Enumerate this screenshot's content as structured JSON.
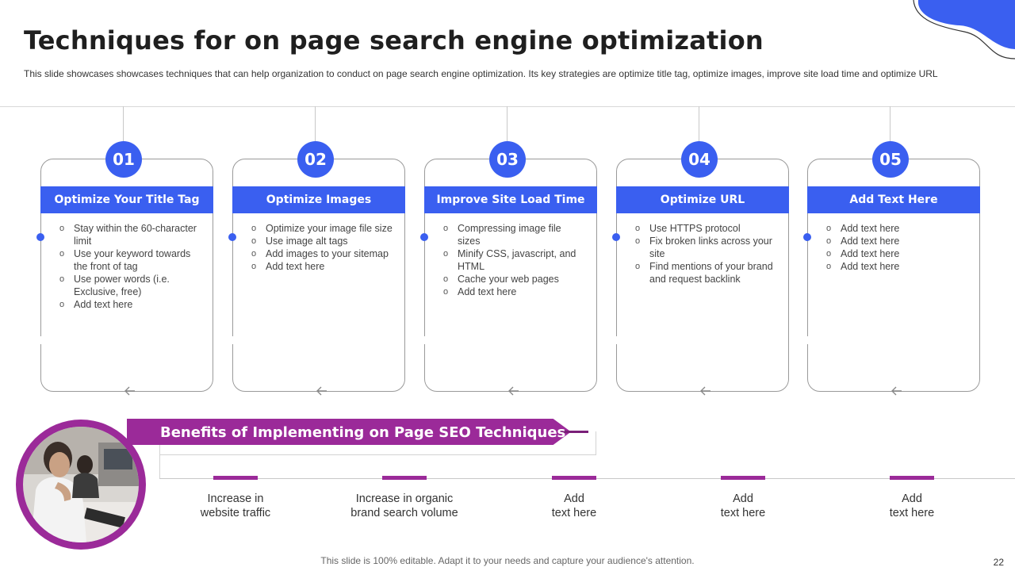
{
  "title": "Techniques for on page search engine optimization",
  "subtitle": "This slide showcases showcases techniques that can help organization to conduct on page search engine optimization. Its key strategies are optimize title tag, optimize images, improve site load time and optimize URL",
  "colors": {
    "accent_blue": "#3a5ff0",
    "accent_purple": "#9b2a99"
  },
  "techniques": [
    {
      "number": "01",
      "heading": "Optimize Your Title Tag",
      "bullets": [
        "Stay within the 60-character limit",
        "Use your keyword towards the front of tag",
        "Use power words (i.e. Exclusive, free)",
        "Add text here"
      ]
    },
    {
      "number": "02",
      "heading": "Optimize Images",
      "bullets": [
        "Optimize your image file size",
        "Use image alt tags",
        "Add images to your sitemap",
        "Add text here"
      ]
    },
    {
      "number": "03",
      "heading": "Improve Site Load Time",
      "bullets": [
        "Compressing image file sizes",
        "Minify CSS, javascript, and HTML",
        "Cache your web pages",
        "Add text here"
      ]
    },
    {
      "number": "04",
      "heading": "Optimize URL",
      "bullets": [
        "Use HTTPS protocol",
        "Fix broken links across your site",
        "Find mentions of your brand and request backlink"
      ]
    },
    {
      "number": "05",
      "heading": "Add Text Here",
      "bullets": [
        "Add text here",
        "Add text here",
        "Add text here",
        "Add text here"
      ]
    }
  ],
  "benefits": {
    "title": "Benefits of Implementing on Page SEO Techniques",
    "items": [
      {
        "line1": "Increase in",
        "line2": "website traffic"
      },
      {
        "line1": "Increase in organic",
        "line2": "brand search volume"
      },
      {
        "line1": "Add",
        "line2": "text here"
      },
      {
        "line1": "Add",
        "line2": "text here"
      },
      {
        "line1": "Add",
        "line2": "text here"
      }
    ]
  },
  "footer": "This slide is 100% editable. Adapt it to your needs and capture your audience's attention.",
  "page_number": "22"
}
